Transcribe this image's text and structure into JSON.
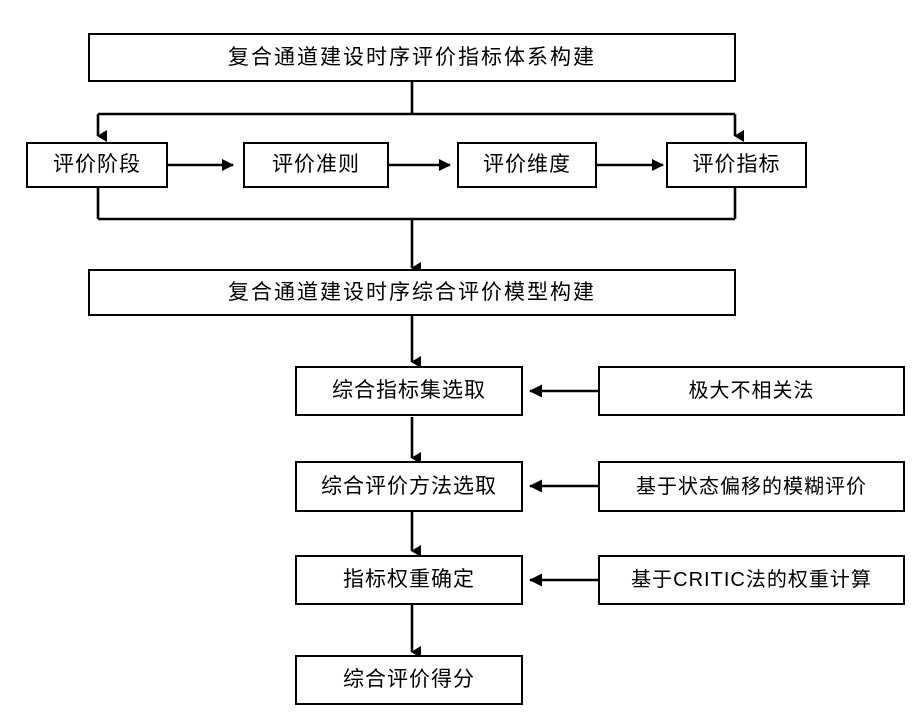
{
  "diagram": {
    "title_flow": "复合通道建设时序评价指标体系构建流程图",
    "background_color": "#ffffff",
    "line_color": "#000000",
    "box_fill": "#ffffff"
  },
  "nodes": {
    "index_system": {
      "label": "复合通道建设时序评价指标体系构建"
    },
    "stage": {
      "label": "评价阶段"
    },
    "criterion": {
      "label": "评价准则"
    },
    "dimension": {
      "label": "评价维度"
    },
    "indicator": {
      "label": "评价指标"
    },
    "model_build": {
      "label": "复合通道建设时序综合评价模型构建"
    },
    "index_set_select": {
      "label": "综合指标集选取"
    },
    "method_select": {
      "label": "综合评价方法选取"
    },
    "weight_determine": {
      "label": "指标权重确定"
    },
    "final_score": {
      "label": "综合评价得分"
    },
    "method_uncorrelated": {
      "label": "极大不相关法"
    },
    "method_fuzzy": {
      "label": "基于状态偏移的模糊评价"
    },
    "method_critic": {
      "label": "基于CRITIC法的权重计算"
    }
  },
  "connectors": {
    "stage_to_criterion": "arrow-right",
    "criterion_to_dimension": "arrow-right",
    "dimension_to_indicator": "arrow-right",
    "system_to_bracket": "arrow-down",
    "bracket_to_stage": "arrow-down",
    "bracket_to_indicator": "arrow-down",
    "row_to_model": "arrow-down",
    "model_to_index_set": "arrow-down",
    "index_set_to_method": "arrow-down",
    "method_to_weight": "arrow-down",
    "weight_to_score": "arrow-down",
    "uncorrelated_to_index_set": "arrow-left",
    "fuzzy_to_method": "arrow-left",
    "critic_to_weight": "arrow-left"
  }
}
